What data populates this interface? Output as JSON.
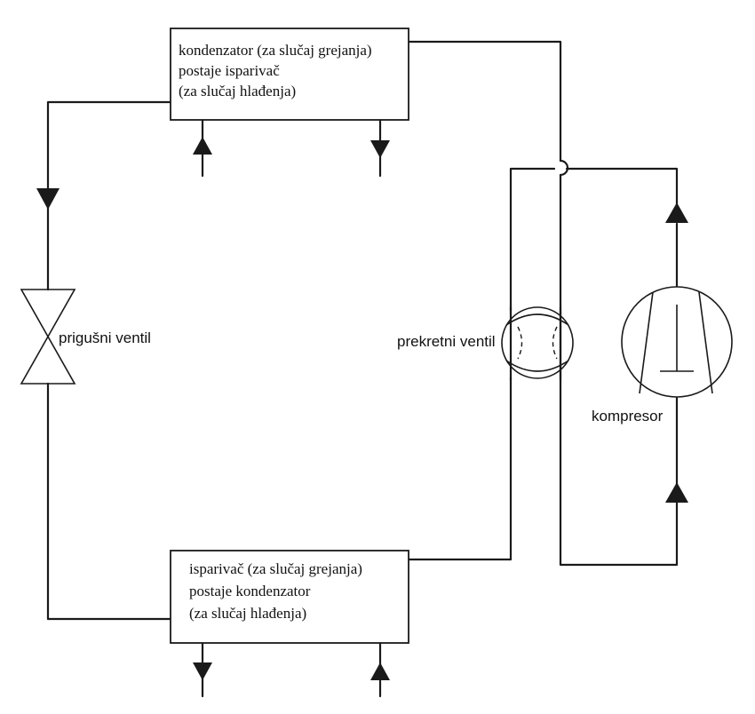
{
  "condenser_box": {
    "line1": "kondenzator (za slučaj grejanja)",
    "line2": "postaje isparivač",
    "line3": "(za slučaj hlađenja)"
  },
  "evaporator_box": {
    "line1": "isparivač (za slučaj grejanja)",
    "line2": "postaje kondenzator",
    "line3": "(za slučaj hlađenja)"
  },
  "labels": {
    "throttle_valve": "prigušni ventil",
    "reversing_valve": "prekretni ventil",
    "compressor": "kompresor"
  }
}
